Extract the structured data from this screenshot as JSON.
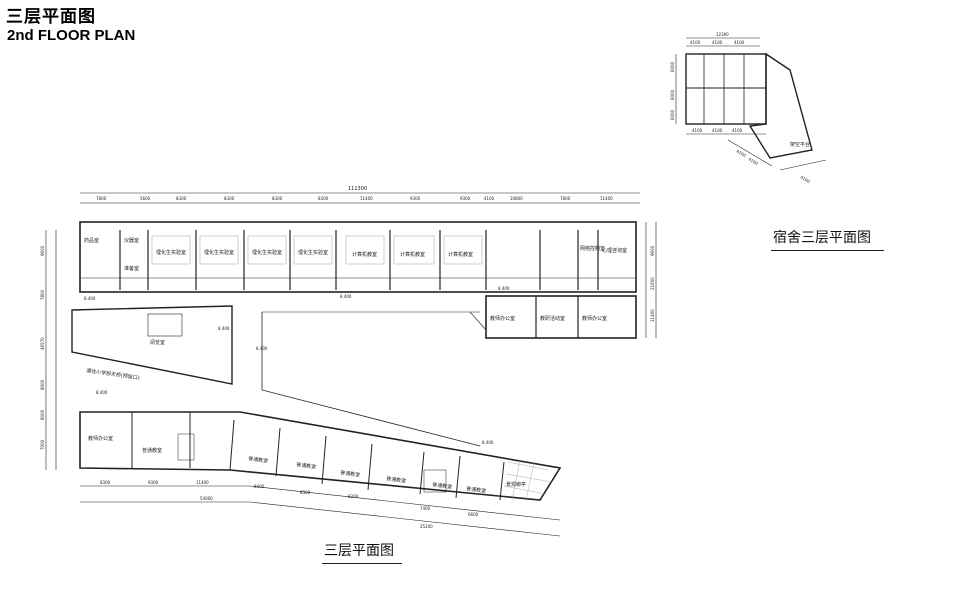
{
  "header": {
    "title_cn": "三层平面图",
    "title_en": "2nd FLOOR PLAN"
  },
  "captions": {
    "main": "三层平面图",
    "dorm": "宿舍三层平面图"
  },
  "main_plan": {
    "top_total_dimension": "111300",
    "top_dimensions": [
      "7800",
      "5600",
      "8300",
      "8300",
      "8300",
      "8300",
      "11400",
      "9300",
      "9300",
      "4100",
      "10800",
      "7800",
      "11400"
    ],
    "north_rooms": [
      "药品室",
      "仪器室",
      "准备室",
      "理化生实验室",
      "理化生实验室",
      "理化生实验室",
      "理化生实验室",
      "计算机教室",
      "计算机教室",
      "计算机教室",
      "网络控制室",
      "心理咨询室"
    ],
    "east_rooms": [
      "教师办公室",
      "教研活动室",
      "教师办公室"
    ],
    "central_rooms": [
      "阅览室",
      "通往小学部天桥(预留口)"
    ],
    "south_rooms": [
      "教师办公室",
      "普通教室",
      "普通教室",
      "普通教室",
      "普通教室",
      "普通教室",
      "普通教室",
      "普通教室",
      "景观廊亭"
    ],
    "elevations": [
      "8.400",
      "8.400",
      "8.400",
      "8.400",
      "8.400",
      "8.400",
      "8.400"
    ],
    "left_dimensions": [
      "9600",
      "7800",
      "46570",
      "8000",
      "8000",
      "7000"
    ],
    "right_dimensions": [
      "9600",
      "21600",
      "11400"
    ],
    "bottom_dimensions_row1": [
      "8300",
      "9300",
      "11400",
      "8300",
      "8300",
      "8300",
      "7400",
      "6600"
    ],
    "bottom_dimensions_row2": [
      "54000",
      "25200"
    ]
  },
  "dorm_plan": {
    "top_total_dimension": "12300",
    "top_dimensions": [
      "4100",
      "4100",
      "4100"
    ],
    "left_dimensions": [
      "6000",
      "6000",
      "6000"
    ],
    "bottom_dimensions": [
      "4100",
      "4100",
      "4100"
    ],
    "rooms": [
      "架空平台"
    ],
    "diagonal_dimensions": [
      "4100",
      "4100",
      "4100"
    ]
  }
}
